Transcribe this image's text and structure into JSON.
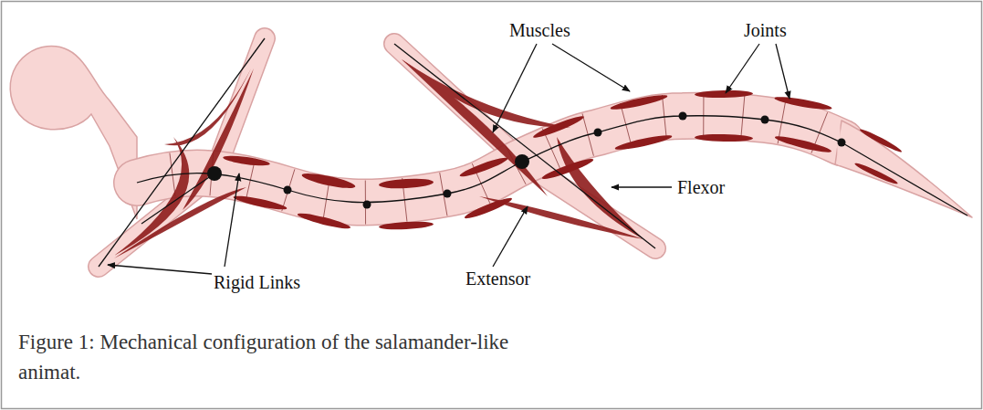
{
  "diagram": {
    "caption": "Figure 1: Mechanical configuration of the salamander-like animat.",
    "labels": [
      "Muscles",
      "Joints",
      "Flexor",
      "Rigid Links",
      "Extensor"
    ]
  }
}
